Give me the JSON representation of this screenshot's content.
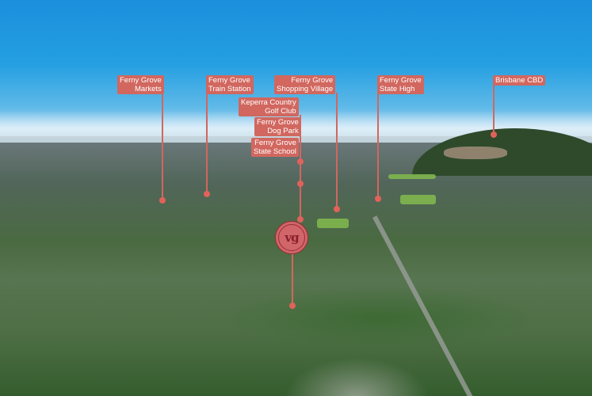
{
  "image": {
    "description": "Aerial photograph of suburban Ferny Grove with annotated points of interest",
    "colors": {
      "label_bg": "#d1675f",
      "label_text": "#ffffff",
      "logo_bg": "#d0666a",
      "logo_ring": "#9b2c34"
    }
  },
  "labels": [
    {
      "lines": [
        "Ferny Grove",
        "Markets"
      ],
      "align": "right"
    },
    {
      "lines": [
        "Ferny Grove",
        "Train Station"
      ],
      "align": "left"
    },
    {
      "lines": [
        "Ferny Grove",
        "Shopping Village"
      ],
      "align": "right"
    },
    {
      "lines": [
        "Ferny Grove",
        "State High"
      ],
      "align": "left"
    },
    {
      "lines": [
        "Brisbane CBD"
      ],
      "align": "left"
    },
    {
      "lines": [
        "Keperra Country",
        "Golf Club"
      ],
      "align": "right"
    },
    {
      "lines": [
        "Ferny Grove",
        "Dog Park"
      ],
      "align": "right"
    },
    {
      "lines": [
        "Ferny Grove",
        "State School"
      ],
      "align": "right"
    }
  ],
  "logo": {
    "text": "vg"
  }
}
